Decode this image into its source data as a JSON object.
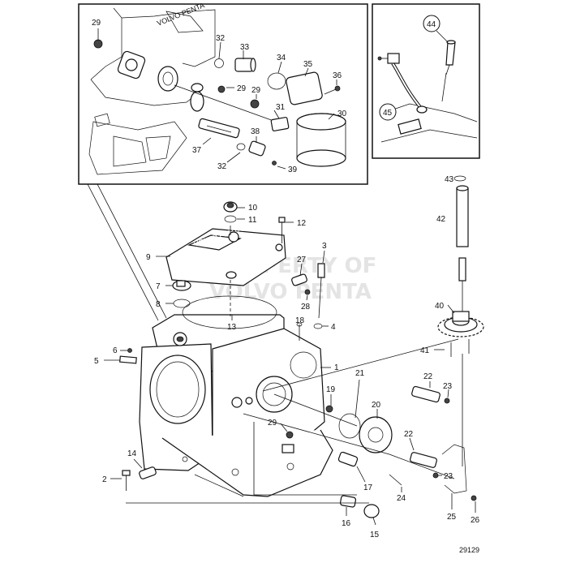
{
  "callouts": [
    {
      "id": "29a",
      "text": "29"
    },
    {
      "id": "32a",
      "text": "32"
    },
    {
      "id": "33",
      "text": "33"
    },
    {
      "id": "34",
      "text": "34"
    },
    {
      "id": "35",
      "text": "35"
    },
    {
      "id": "36",
      "text": "36"
    },
    {
      "id": "29b",
      "text": "29"
    },
    {
      "id": "29c",
      "text": "29"
    },
    {
      "id": "31",
      "text": "31"
    },
    {
      "id": "30",
      "text": "30"
    },
    {
      "id": "38",
      "text": "38"
    },
    {
      "id": "37",
      "text": "37"
    },
    {
      "id": "32b",
      "text": "32"
    },
    {
      "id": "39",
      "text": "39"
    },
    {
      "id": "44",
      "text": "44"
    },
    {
      "id": "45",
      "text": "45"
    },
    {
      "id": "43",
      "text": "43"
    },
    {
      "id": "42",
      "text": "42"
    },
    {
      "id": "10",
      "text": "10"
    },
    {
      "id": "11",
      "text": "11"
    },
    {
      "id": "12",
      "text": "12"
    },
    {
      "id": "9",
      "text": "9"
    },
    {
      "id": "3",
      "text": "3"
    },
    {
      "id": "27",
      "text": "27"
    },
    {
      "id": "7",
      "text": "7"
    },
    {
      "id": "28",
      "text": "28"
    },
    {
      "id": "8",
      "text": "8"
    },
    {
      "id": "13",
      "text": "13"
    },
    {
      "id": "18",
      "text": "18"
    },
    {
      "id": "4",
      "text": "4"
    },
    {
      "id": "40",
      "text": "40"
    },
    {
      "id": "6",
      "text": "6"
    },
    {
      "id": "5",
      "text": "5"
    },
    {
      "id": "1",
      "text": "1"
    },
    {
      "id": "41",
      "text": "41"
    },
    {
      "id": "22a",
      "text": "22"
    },
    {
      "id": "23a",
      "text": "23"
    },
    {
      "id": "21",
      "text": "21"
    },
    {
      "id": "19",
      "text": "19"
    },
    {
      "id": "20",
      "text": "20"
    },
    {
      "id": "29d",
      "text": "29"
    },
    {
      "id": "22b",
      "text": "22"
    },
    {
      "id": "14",
      "text": "14"
    },
    {
      "id": "23b",
      "text": "23"
    },
    {
      "id": "2",
      "text": "2"
    },
    {
      "id": "17",
      "text": "17"
    },
    {
      "id": "24",
      "text": "24"
    },
    {
      "id": "25",
      "text": "25"
    },
    {
      "id": "26",
      "text": "26"
    },
    {
      "id": "16",
      "text": "16"
    },
    {
      "id": "15",
      "text": "15"
    }
  ],
  "watermark": {
    "line1": "PROPERTY OF",
    "line2": "VOLVO PENTA"
  },
  "badge_text": "VOLVO PENTA",
  "drawing_number": "29129"
}
